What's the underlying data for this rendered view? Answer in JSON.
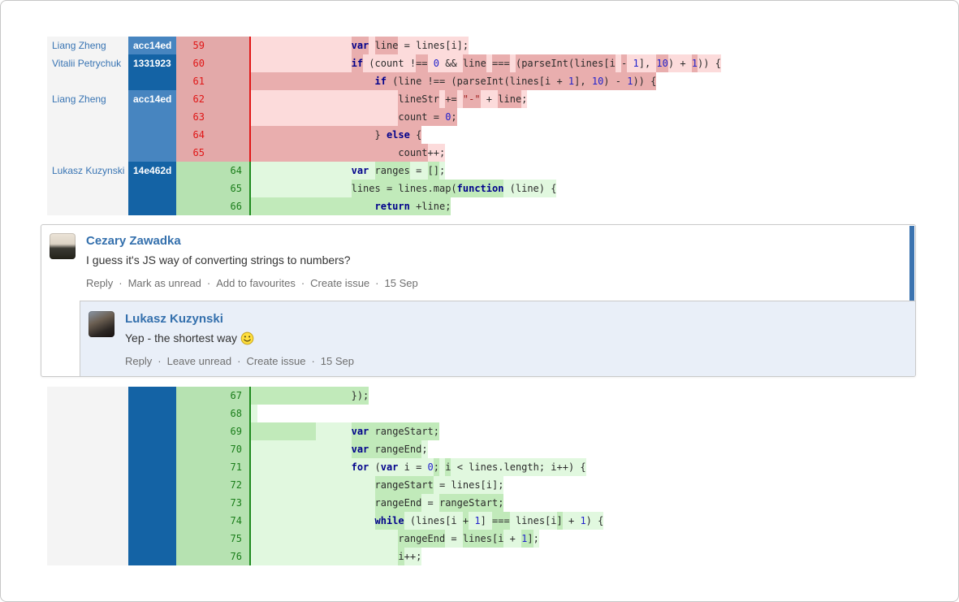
{
  "colors": {
    "hash_light": "#4785c0",
    "hash_dark": "#1463a5",
    "del_accent": "#e01616",
    "add_accent": "#1f8a1f",
    "del_line_bg": "#fcdbdb",
    "del_word_hl": "#e9aeae",
    "add_line_bg": "#e1f8df",
    "add_word_hl": "#c1eaba",
    "link_blue": "#3470ad",
    "unread_bar": "#3b73af",
    "reply_bg": "#e9eff8"
  },
  "diff_top": {
    "rows": [
      {
        "type": "del",
        "num": "59",
        "author": "Liang Zheng",
        "hash": "acc14ed",
        "shade": "light",
        "lead": false,
        "segments": [
          {
            "t": "                "
          },
          {
            "t": "var",
            "c": "kw",
            "h": true
          },
          {
            "t": " "
          },
          {
            "t": "line",
            "h": true
          },
          {
            "t": " = lines[i];"
          }
        ]
      },
      {
        "type": "del",
        "num": "60",
        "author": "Vitalii Petrychuk",
        "hash": "1331923",
        "shade": "dark",
        "lead": false,
        "segments": [
          {
            "t": "                "
          },
          {
            "t": "if",
            "c": "kw",
            "h": true
          },
          {
            "t": " (count !"
          },
          {
            "t": "==",
            "h": true
          },
          {
            "t": " "
          },
          {
            "t": "0",
            "c": "num"
          },
          {
            "t": " && "
          },
          {
            "t": "line",
            "h": true
          },
          {
            "t": " "
          },
          {
            "t": "===",
            "h": true
          },
          {
            "t": " "
          },
          {
            "t": "(parseInt(lines[i",
            "h": true
          },
          {
            "t": " "
          },
          {
            "t": "-",
            "h": true
          },
          {
            "t": " "
          },
          {
            "t": "1",
            "c": "num"
          },
          {
            "t": "], "
          },
          {
            "t": "10",
            "c": "num",
            "h": true
          },
          {
            "t": ") + "
          },
          {
            "t": "1",
            "c": "num",
            "h": true
          },
          {
            "t": ")) {"
          }
        ]
      },
      {
        "type": "del",
        "num": "61",
        "author": "",
        "hash": "",
        "shade": "dark",
        "lead": true,
        "segments": [
          {
            "t": "                    ",
            "h": true
          },
          {
            "t": "if",
            "c": "kw",
            "h": true
          },
          {
            "t": " (line !== (parseInt(lines[i + ",
            "h": true
          },
          {
            "t": "1",
            "c": "num",
            "h": true
          },
          {
            "t": "], ",
            "h": true
          },
          {
            "t": "10",
            "c": "num",
            "h": true
          },
          {
            "t": ") - ",
            "h": true
          },
          {
            "t": "1",
            "c": "num",
            "h": true
          },
          {
            "t": ")) {",
            "h": true
          }
        ]
      },
      {
        "type": "del",
        "num": "62",
        "author": "Liang Zheng",
        "hash": "acc14ed",
        "shade": "light",
        "lead": false,
        "segments": [
          {
            "t": "                        "
          },
          {
            "t": "lineStr",
            "h": true
          },
          {
            "t": " "
          },
          {
            "t": "+=",
            "h": true
          },
          {
            "t": " "
          },
          {
            "t": "\"-\"",
            "c": "str",
            "h": true
          },
          {
            "t": " + "
          },
          {
            "t": "line",
            "h": true
          },
          {
            "t": ";"
          }
        ]
      },
      {
        "type": "del",
        "num": "63",
        "author": "",
        "hash": "",
        "shade": "light",
        "lead": false,
        "segments": [
          {
            "t": "                        "
          },
          {
            "t": "count = ",
            "h": true
          },
          {
            "t": "0",
            "c": "num",
            "h": true
          },
          {
            "t": ";",
            "h": true
          }
        ]
      },
      {
        "type": "del",
        "num": "64",
        "author": "",
        "hash": "",
        "shade": "light",
        "lead": true,
        "segments": [
          {
            "t": "                    ",
            "h": true
          },
          {
            "t": "} ",
            "h": true
          },
          {
            "t": "else",
            "c": "kw",
            "h": true
          },
          {
            "t": " {",
            "h": true
          }
        ]
      },
      {
        "type": "del",
        "num": "65",
        "author": "",
        "hash": "",
        "shade": "light",
        "lead": true,
        "segments": [
          {
            "t": "                        ",
            "h": true
          },
          {
            "t": "count",
            "h": true
          },
          {
            "t": "++;"
          }
        ]
      },
      {
        "type": "add",
        "num": "64",
        "author": "Lukasz Kuzynski",
        "hash": "14e462d",
        "shade": "dark",
        "lead": false,
        "segments": [
          {
            "t": "                "
          },
          {
            "t": "var",
            "c": "kw"
          },
          {
            "t": " "
          },
          {
            "t": "ranges",
            "h": true
          },
          {
            "t": " = "
          },
          {
            "t": "[]",
            "h": true
          },
          {
            "t": ";"
          }
        ]
      },
      {
        "type": "add",
        "num": "65",
        "author": "",
        "hash": "",
        "shade": "dark",
        "lead": false,
        "segments": [
          {
            "t": "                "
          },
          {
            "t": "lines = lines.map(",
            "h": true
          },
          {
            "t": "function",
            "c": "kw",
            "h": true
          },
          {
            "t": " (line) {"
          }
        ]
      },
      {
        "type": "add",
        "num": "66",
        "author": "",
        "hash": "",
        "shade": "dark",
        "lead": true,
        "segments": [
          {
            "t": "                    ",
            "h": true
          },
          {
            "t": "return",
            "c": "kw",
            "h": true
          },
          {
            "t": " +line;",
            "h": true
          }
        ]
      }
    ]
  },
  "diff_bottom": {
    "rows": [
      {
        "type": "add",
        "num": "67",
        "author": "",
        "hash": "",
        "shade": "dark",
        "lead": true,
        "segments": [
          {
            "t": "                ",
            "h": true
          },
          {
            "t": "});",
            "h": true
          }
        ]
      },
      {
        "type": "add",
        "num": "68",
        "author": "",
        "hash": "",
        "shade": "dark",
        "lead": false,
        "segments": [
          {
            "t": ""
          }
        ]
      },
      {
        "type": "add",
        "num": "69",
        "author": "",
        "hash": "",
        "shade": "dark",
        "lead": true,
        "segments": [
          {
            "t": "          ",
            "h": true
          },
          {
            "t": "      "
          },
          {
            "t": "var",
            "c": "kw",
            "h": true
          },
          {
            "t": " rangeStart;",
            "h": true
          }
        ]
      },
      {
        "type": "add",
        "num": "70",
        "author": "",
        "hash": "",
        "shade": "dark",
        "lead": false,
        "segments": [
          {
            "t": "                "
          },
          {
            "t": "var",
            "c": "kw",
            "h": true
          },
          {
            "t": " rangeEnd",
            "h": true
          },
          {
            "t": ";"
          }
        ]
      },
      {
        "type": "add",
        "num": "71",
        "author": "",
        "hash": "",
        "shade": "dark",
        "lead": false,
        "segments": [
          {
            "t": "                "
          },
          {
            "t": "for",
            "c": "kw"
          },
          {
            "t": " ("
          },
          {
            "t": "var",
            "c": "kw"
          },
          {
            "t": " i = "
          },
          {
            "t": "0",
            "c": "num"
          },
          {
            "t": ";",
            "h": true
          },
          {
            "t": " "
          },
          {
            "t": "i",
            "h": true
          },
          {
            "t": " < lines.length; i++) {"
          }
        ]
      },
      {
        "type": "add",
        "num": "72",
        "author": "",
        "hash": "",
        "shade": "dark",
        "lead": false,
        "segments": [
          {
            "t": "                    "
          },
          {
            "t": "rangeStart",
            "h": true
          },
          {
            "t": " = lines[i];"
          }
        ]
      },
      {
        "type": "add",
        "num": "73",
        "author": "",
        "hash": "",
        "shade": "dark",
        "lead": false,
        "segments": [
          {
            "t": "                    "
          },
          {
            "t": "rangeEnd",
            "h": true
          },
          {
            "t": " = "
          },
          {
            "t": "rangeStart;",
            "h": true
          }
        ]
      },
      {
        "type": "add",
        "num": "74",
        "author": "",
        "hash": "",
        "shade": "dark",
        "lead": false,
        "segments": [
          {
            "t": "                    "
          },
          {
            "t": "while",
            "c": "kw",
            "h": true
          },
          {
            "t": " (lines[i "
          },
          {
            "t": "+",
            "h": true
          },
          {
            "t": " "
          },
          {
            "t": "1",
            "c": "num"
          },
          {
            "t": "] "
          },
          {
            "t": "===",
            "h": true
          },
          {
            "t": " lines[i"
          },
          {
            "t": "]",
            "h": true
          },
          {
            "t": " + "
          },
          {
            "t": "1",
            "c": "num"
          },
          {
            "t": ") {"
          }
        ]
      },
      {
        "type": "add",
        "num": "75",
        "author": "",
        "hash": "",
        "shade": "dark",
        "lead": false,
        "segments": [
          {
            "t": "                        "
          },
          {
            "t": "rangeEnd",
            "h": true
          },
          {
            "t": " = "
          },
          {
            "t": "lines[i",
            "h": true
          },
          {
            "t": " + "
          },
          {
            "t": "1",
            "c": "num",
            "h": true
          },
          {
            "t": "]",
            "h": true
          },
          {
            "t": ";"
          }
        ]
      },
      {
        "type": "add",
        "num": "76",
        "author": "",
        "hash": "",
        "shade": "dark",
        "lead": false,
        "segments": [
          {
            "t": "                        "
          },
          {
            "t": "i",
            "h": true
          },
          {
            "t": "++;"
          }
        ]
      }
    ]
  },
  "comment_thread": {
    "top": {
      "author": "Cezary Zawadka",
      "body": "I guess it's JS way of converting strings to numbers?",
      "actions": [
        "Reply",
        "Mark as unread",
        "Add to favourites",
        "Create issue"
      ],
      "date": "15 Sep"
    },
    "reply": {
      "author": "Lukasz Kuzynski",
      "body": "Yep - the shortest way",
      "emoticon": "smiley-face",
      "actions": [
        "Reply",
        "Leave unread",
        "Create issue"
      ],
      "date": "15 Sep"
    }
  }
}
